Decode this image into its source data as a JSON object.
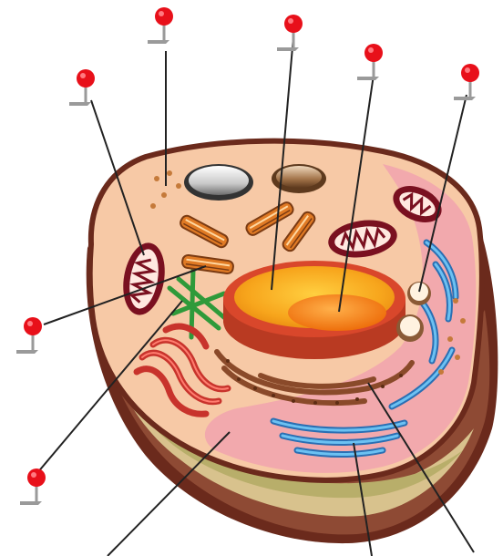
{
  "diagram": {
    "kind": "cell-cross-section",
    "labels": [],
    "pin_count": 7,
    "pointer_line_count": 10
  },
  "colors": {
    "pin_head": "#e8101a",
    "pin_shadow": "#9a9a9a",
    "pointer_line": "#222222",
    "cytoplasm": "#f7c9a6",
    "cytoplasm_pink": "#f2a9ad",
    "membrane_edge": "#6b2a1c",
    "side_band_tan": "#d8c28d",
    "side_band_olive": "#b8ae6a",
    "nucleus_outer": "#d9472b",
    "nucleus_inner": "#f7a51c",
    "nucleolus": "#f07a12",
    "mitochondria_outer": "#7a1020",
    "rough_er": "#8a4a2a",
    "smooth_er": "#c8332c",
    "golgi": "#3a8fd6",
    "centriole": "#e07a24",
    "cytoskeleton": "#2f9a3a",
    "vacuole": "#b0b0b0",
    "lysosome": "#9b6a3e"
  },
  "organelles": [
    "nucleus",
    "nucleolus",
    "mitochondrion",
    "vacuole",
    "lysosome",
    "centrioles",
    "rough-endoplasmic-reticulum",
    "smooth-endoplasmic-reticulum",
    "golgi-apparatus",
    "cytoskeleton",
    "ribosomes",
    "cytoplasm",
    "cell-membrane"
  ]
}
